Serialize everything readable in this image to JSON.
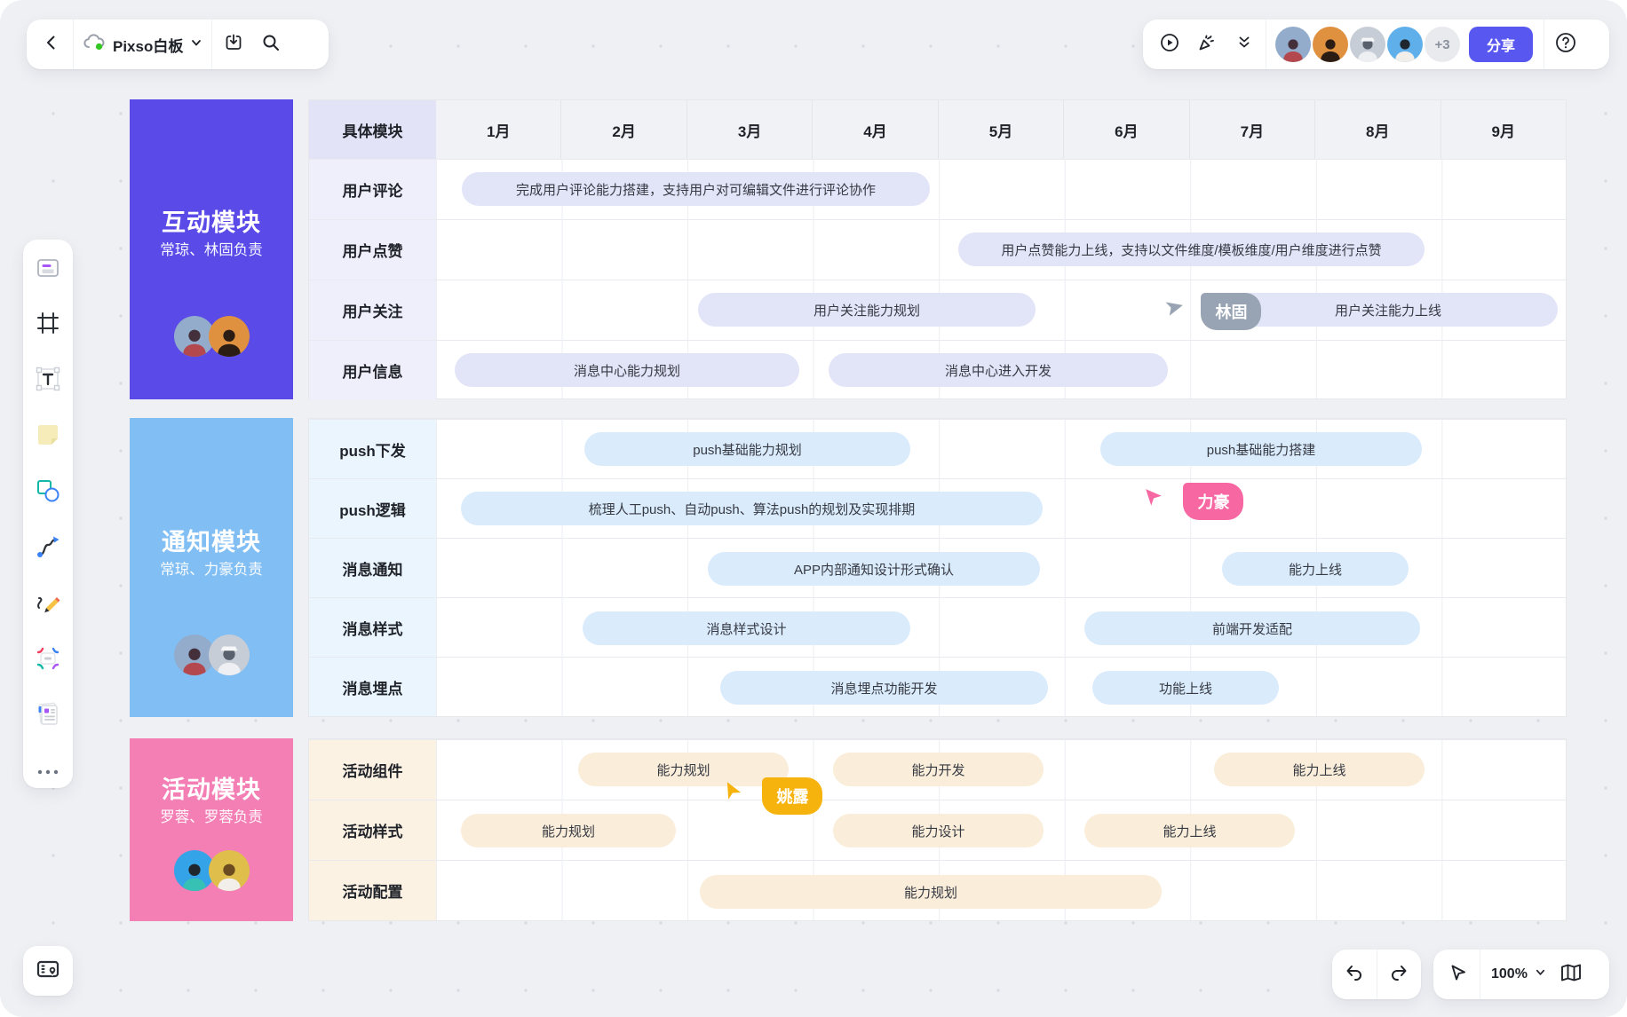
{
  "topbar": {
    "title": "Pixso白板",
    "share_label": "分享",
    "overflow_count": "+3"
  },
  "table": {
    "header_label": "具体模块",
    "months": [
      "1月",
      "2月",
      "3月",
      "4月",
      "5月",
      "6月",
      "7月",
      "8月",
      "9月"
    ],
    "sections": [
      {
        "module": {
          "title": "互动模块",
          "owners": "常琼、林固负责",
          "color": "#5A4AE8"
        },
        "rows": [
          {
            "label": "用户评论",
            "bars": [
              {
                "text": "完成用户评论能力搭建，支持用户对可编辑文件进行评论协作"
              }
            ]
          },
          {
            "label": "用户点赞",
            "bars": [
              {
                "text": "用户点赞能力上线，支持以文件维度/模板维度/用户维度进行点赞"
              }
            ]
          },
          {
            "label": "用户关注",
            "bars": [
              {
                "text": "用户关注能力规划"
              },
              {
                "text": "用户关注能力上线"
              }
            ]
          },
          {
            "label": "用户信息",
            "bars": [
              {
                "text": "消息中心能力规划"
              },
              {
                "text": "消息中心进入开发"
              }
            ]
          }
        ],
        "cursor": {
          "name": "林固",
          "color": "#98A4B3"
        }
      },
      {
        "module": {
          "title": "通知模块",
          "owners": "常琼、力豪负责",
          "color": "#81BEF4"
        },
        "rows": [
          {
            "label": "push下发",
            "bars": [
              {
                "text": "push基础能力规划"
              },
              {
                "text": "push基础能力搭建"
              }
            ]
          },
          {
            "label": "push逻辑",
            "bars": [
              {
                "text": "梳理人工push、自动push、算法push的规划及实现排期"
              }
            ]
          },
          {
            "label": "消息通知",
            "bars": [
              {
                "text": "APP内部通知设计形式确认"
              },
              {
                "text": "能力上线"
              }
            ]
          },
          {
            "label": "消息样式",
            "bars": [
              {
                "text": "消息样式设计"
              },
              {
                "text": "前端开发适配"
              }
            ]
          },
          {
            "label": "消息埋点",
            "bars": [
              {
                "text": "消息埋点功能开发"
              },
              {
                "text": "功能上线"
              }
            ]
          }
        ],
        "cursor": {
          "name": "力豪",
          "color": "#F767A2"
        }
      },
      {
        "module": {
          "title": "活动模块",
          "owners": "罗蓉、罗蓉负责",
          "color": "#F47FB5"
        },
        "rows": [
          {
            "label": "活动组件",
            "bars": [
              {
                "text": "能力规划"
              },
              {
                "text": "能力开发"
              },
              {
                "text": "能力上线"
              }
            ]
          },
          {
            "label": "活动样式",
            "bars": [
              {
                "text": "能力规划"
              },
              {
                "text": "能力设计"
              },
              {
                "text": "能力上线"
              }
            ]
          },
          {
            "label": "活动配置",
            "bars": [
              {
                "text": "能力规划"
              }
            ]
          }
        ],
        "cursor": {
          "name": "姚露",
          "color": "#F7B30D"
        }
      }
    ]
  },
  "bottombar": {
    "zoom_level": "100%"
  },
  "colors": {
    "accent": "#5857F0",
    "sync_dot": "#34C724",
    "bar_section1": "#E2E4F8",
    "bar_section2": "#DAEBFC",
    "bar_section3": "#FAEDD9"
  },
  "icons": {
    "topbar_left": [
      "back",
      "cloud-sync",
      "chevron-down",
      "import",
      "search"
    ],
    "topbar_right": [
      "play",
      "celebrate",
      "double-chevron-down",
      "help"
    ],
    "toolbar": [
      "templates",
      "frame",
      "text",
      "sticky-note",
      "shapes",
      "connector",
      "pen",
      "section",
      "notes",
      "more"
    ],
    "bottombar": [
      "minimap",
      "undo",
      "redo",
      "cursor",
      "chevron-down",
      "pages"
    ]
  }
}
